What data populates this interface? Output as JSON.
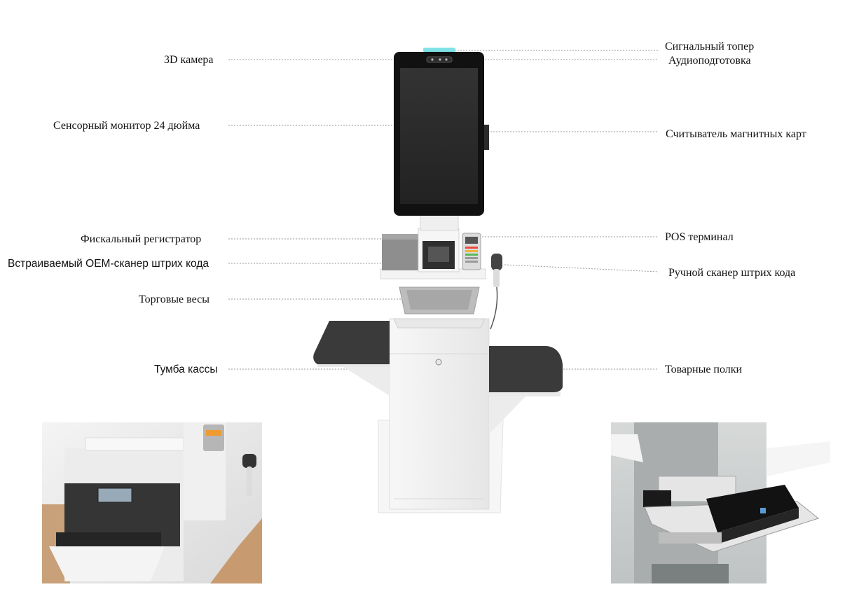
{
  "labels": {
    "camera_3d": "3D камера",
    "touch_monitor": "Сенсорный монитор 24 дюйма",
    "fiscal_registrar": "Фискальный регистратор",
    "oem_scanner": "Встраиваемый OEM-сканер штрих кода",
    "scales": "Торговые весы",
    "cabinet": "Тумба кассы",
    "signal_topper": "Сигнальный топер",
    "audio_prep": "Аудиоподготовка",
    "card_reader": "Считыватель магнитных карт",
    "pos_terminal": "POS терминал",
    "hand_scanner": "Ручной сканер штрих кода",
    "shelves": "Товарные полки"
  },
  "colors": {
    "screen": "#2b2b2b",
    "bezel": "#111111",
    "body": "#f2f2f2",
    "shelf": "#3a3a3a",
    "topper": "#7fe3e6",
    "leader": "#9a9a9a"
  }
}
